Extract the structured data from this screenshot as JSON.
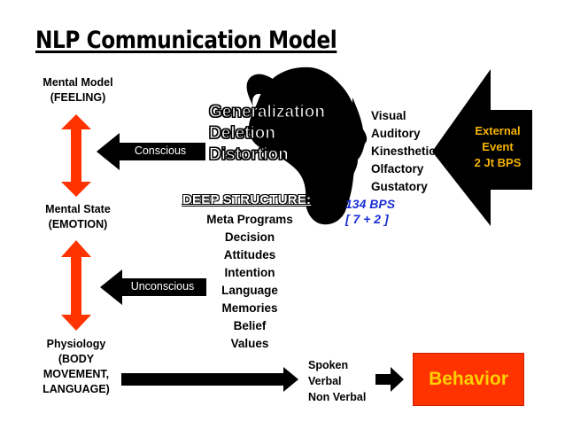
{
  "title": "NLP Communication Model",
  "mental_model": [
    "Mental Model",
    "(FEELING)"
  ],
  "mental_state": [
    "Mental State",
    "(EMOTION)"
  ],
  "physiology": [
    "Physiology",
    "(BODY",
    "MOVEMENT,",
    "LANGUAGE)"
  ],
  "filters": [
    "Generalization",
    "Deletion",
    "Distortion"
  ],
  "conscious_label": "Conscious",
  "unconscious_label": "Unconscious",
  "senses": [
    "Visual",
    "Auditory",
    "Kinesthetic",
    "Olfactory",
    "Gustatory"
  ],
  "external_event": [
    "External",
    "Event",
    "2 Jt BPS"
  ],
  "bps": [
    "134 BPS",
    "[ 7 + 2 ]"
  ],
  "deep_structure": {
    "heading": "DEEP STRUCTURE:",
    "items": [
      "Meta Programs",
      "Decision",
      "Attitudes",
      "Intention",
      "Language",
      "Memories",
      "Belief",
      "Values"
    ]
  },
  "output_modes": [
    "Spoken",
    "Verbal",
    "Non Verbal"
  ],
  "behavior_label": "Behavior",
  "colors": {
    "red_arrow": "#ff3300",
    "event_text": "#f5b400",
    "bps_text": "#1b2fd6",
    "behavior_bg": "#ff3300",
    "behavior_text": "#ffd000"
  }
}
